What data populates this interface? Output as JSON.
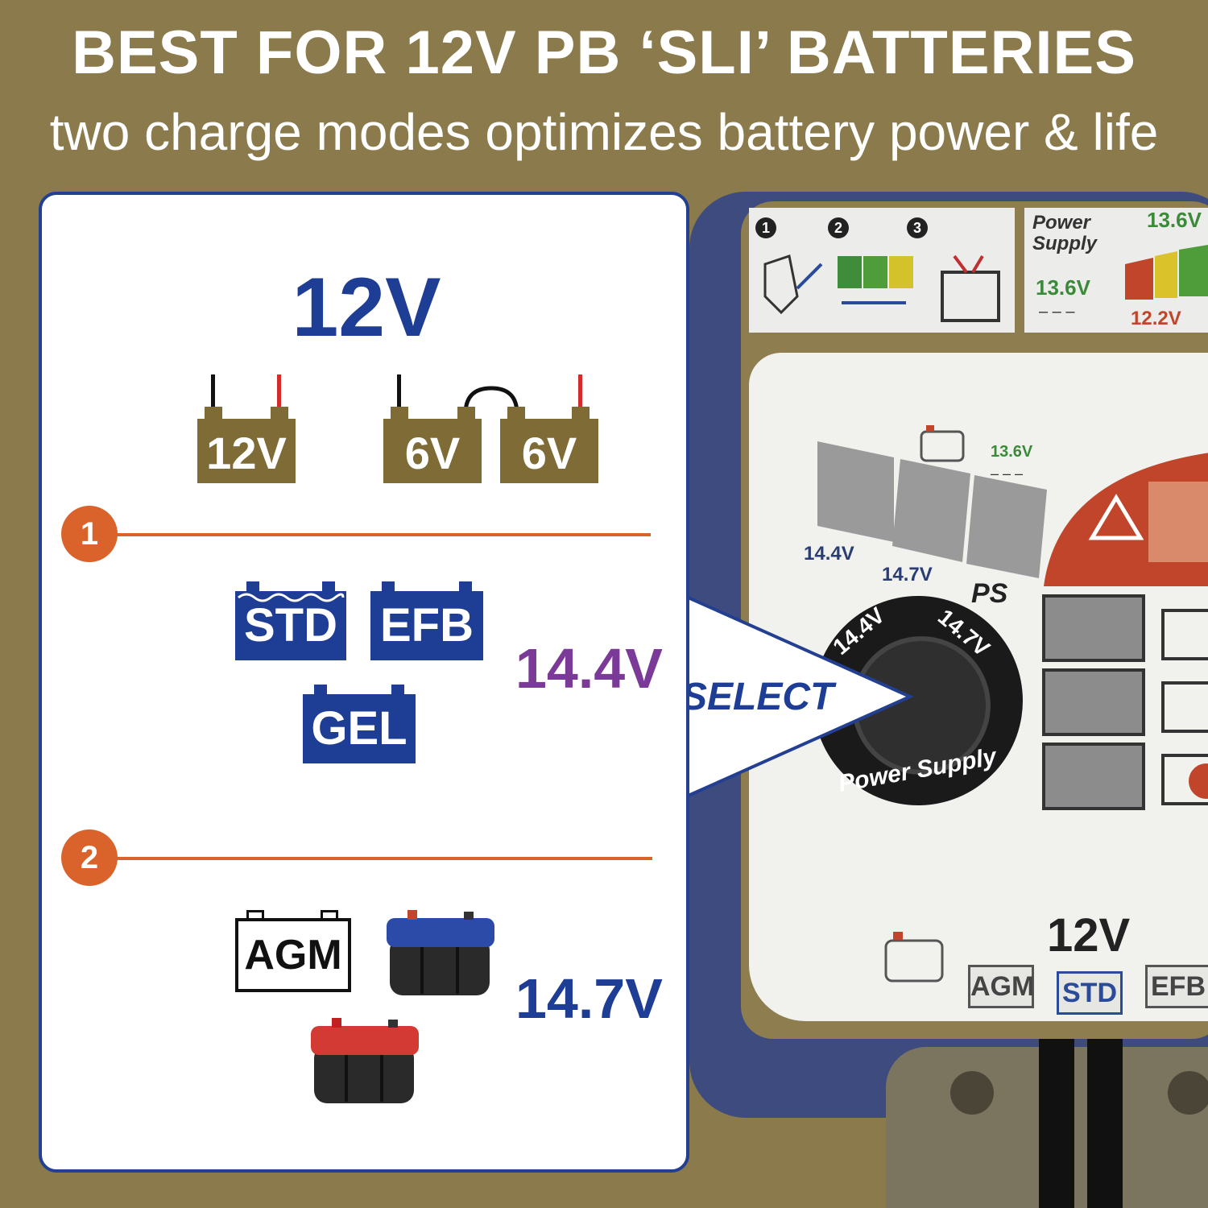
{
  "header": {
    "title": "BEST FOR 12V PB ‘SLI’ BATTERIES",
    "subtitle": "two charge modes optimizes battery power & life"
  },
  "panel": {
    "voltage_heading": "12V",
    "battery_12v": "12V",
    "battery_6v_a": "6V",
    "battery_6v_b": "6V",
    "mode1": {
      "number": "1",
      "tags": [
        "STD",
        "EFB",
        "GEL"
      ],
      "voltage": "14.4V"
    },
    "mode2": {
      "number": "2",
      "tag": "AGM",
      "voltage": "14.7V"
    }
  },
  "device": {
    "select_label": "SELECT",
    "steps": [
      "1",
      "2",
      "3"
    ],
    "power_supply": "Power Supply",
    "ps_voltage": "13.6V",
    "ps_dash": "– – –",
    "top_right_voltage": "13.6V",
    "bottom_right_voltage": "12.2V",
    "face_ps_voltage": "13.6V",
    "face_ps_dash": "– – –",
    "face_v1": "14.4V",
    "face_v2": "14.7V",
    "face_ps": "PS",
    "knob_left": "14.4V",
    "knob_right": "14.7V",
    "knob_bottom": "Power Supply",
    "face_12v": "12V",
    "face_tags": [
      "AGM",
      "STD",
      "EFB"
    ]
  },
  "colors": {
    "background": "#8a7a4c",
    "brand_blue": "#1e3d94",
    "accent_orange": "#d9632b",
    "mode1_purple": "#7b3a97",
    "battery_brown": "#7e6b35"
  }
}
